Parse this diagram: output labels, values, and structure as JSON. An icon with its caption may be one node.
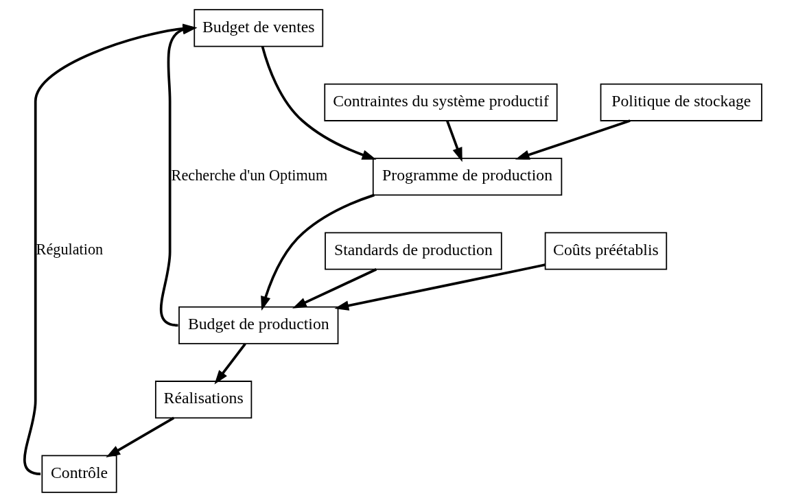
{
  "diagram": {
    "nodes": [
      {
        "text": [
          "Budget de ventes"
        ]
      },
      {
        "text": [
          "Contraintes du système productif"
        ]
      },
      {
        "text": [
          "Politique de stockage"
        ]
      },
      {
        "text": [
          "Programme de production"
        ]
      },
      {
        "text": [
          "Standards de production"
        ]
      },
      {
        "text": [
          "Coûts préétablis"
        ]
      },
      {
        "text": [
          "Budget de production"
        ]
      },
      {
        "text": [
          "Réalisations"
        ]
      },
      {
        "text": [
          "Contrôle"
        ]
      }
    ],
    "edges": [
      {
        "from": 0,
        "to": 3,
        "arrow": "to"
      },
      {
        "from": 1,
        "to": 3,
        "arrow": "to"
      },
      {
        "from": 2,
        "to": 3,
        "arrow": "to"
      },
      {
        "from": 3,
        "to": 6,
        "arrow": "to"
      },
      {
        "from": 4,
        "to": 6,
        "arrow": "to"
      },
      {
        "from": 5,
        "to": 6,
        "arrow": "to"
      },
      {
        "from": 6,
        "to": 7,
        "arrow": "to"
      },
      {
        "from": 7,
        "to": 8,
        "arrow": "to"
      },
      {
        "from": 6,
        "to": 0,
        "arrow": "to",
        "label": "Recherche d'un Optimum"
      },
      {
        "from": 8,
        "to": 0,
        "arrow": "to",
        "label": "Régulation"
      }
    ]
  }
}
